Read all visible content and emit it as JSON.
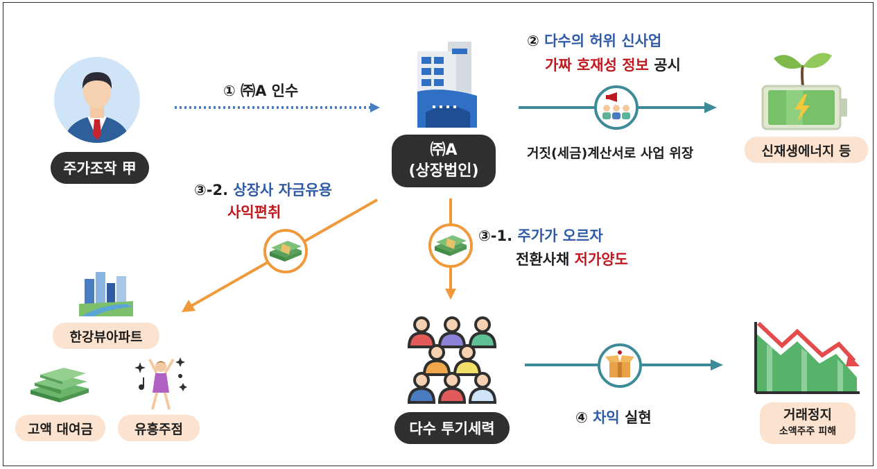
{
  "nodes": {
    "manipulator": "주가조작 甲",
    "company_line1": "㈜A",
    "company_line2": "(상장법인)",
    "new_energy": "신재생에너지 등",
    "hangang_apt": "한강뷰아파트",
    "loan": "고액 대여금",
    "entertainment": "유흥주점",
    "speculators": "다수 투기세력",
    "halt_line1": "거래정지",
    "halt_line2": "소액주주 피해"
  },
  "steps": {
    "s1": "① ㈜A 인수",
    "s2_num": "②",
    "s2_blue": "다수의 허위 신사업",
    "s2_red": "가짜 호재성 정보",
    "s2_tail": "공시",
    "s2_note": "거짓(세금)계산서로 사업 위장",
    "s32_num": "③-2.",
    "s32_blue": "상장사 자금유용",
    "s32_red": "사익편취",
    "s31_num": "③-1.",
    "s31_blue": "주가가 오르자",
    "s31_black": "전환사채",
    "s31_red": "저가양도",
    "s4_num": "④",
    "s4_blue": "차익",
    "s4_tail": "실현"
  },
  "colors": {
    "blue": "#2f5aa6",
    "red": "#c0181f",
    "teal": "#3d8a99",
    "orange": "#f0993a",
    "dark": "#2f2f2f",
    "peach": "#fce3cf"
  }
}
